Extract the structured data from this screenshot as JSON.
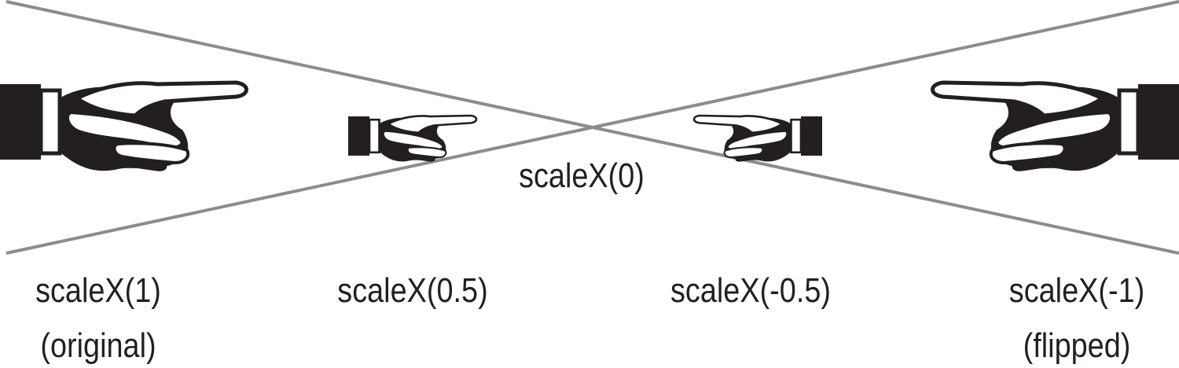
{
  "labels": {
    "center": "scaleX(0)",
    "scale_1": "scaleX(1)",
    "scale_1_note": "(original)",
    "scale_05": "scaleX(0.5)",
    "scale_neg05": "scaleX(-0.5)",
    "scale_neg1": "scaleX(-1)",
    "scale_neg1_note": "(flipped)"
  },
  "hands": [
    {
      "scale_x": 1
    },
    {
      "scale_x": 0.5
    },
    {
      "scale_x": -0.5
    },
    {
      "scale_x": -1
    }
  ],
  "colors": {
    "line": "#8c8c8c",
    "ink": "#231f20",
    "paper": "#ffffff"
  }
}
